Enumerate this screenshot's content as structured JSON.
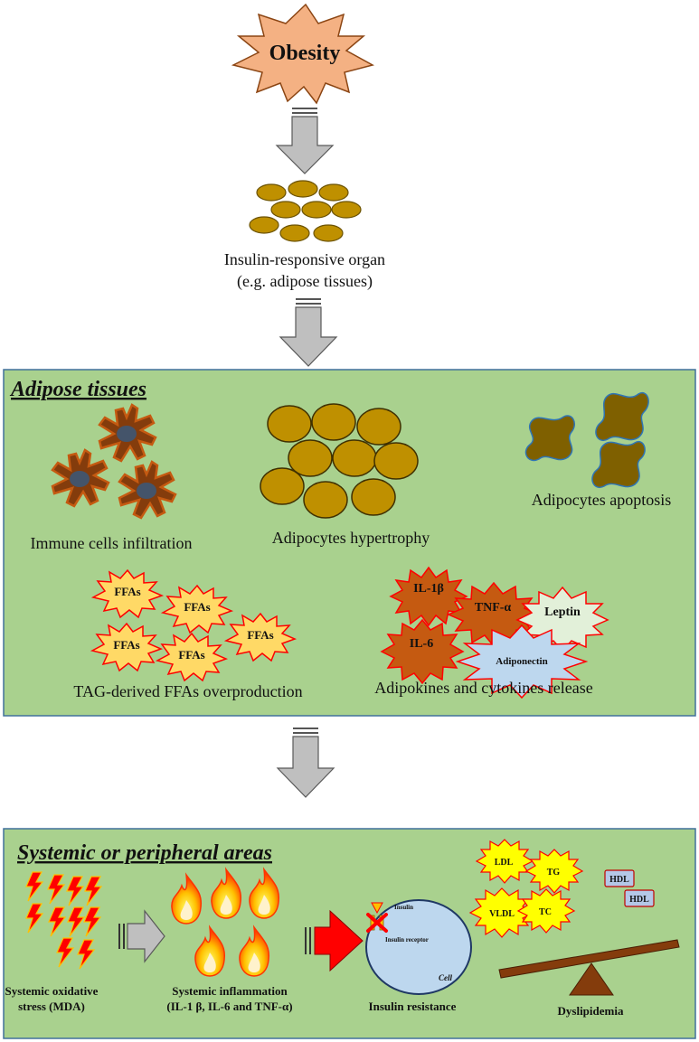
{
  "top": {
    "obesity": "Obesity",
    "organ_line1": "Insulin-responsive organ",
    "organ_line2": "(e.g. adipose tissues)"
  },
  "adipose": {
    "title": "Adipose tissues",
    "immune": "Immune cells infiltration",
    "hypertrophy": "Adipocytes hypertrophy",
    "apoptosis": "Adipocytes apoptosis",
    "ffa_label": "FFAs",
    "ffa_caption": "TAG-derived FFAs overproduction",
    "il1b": "IL-1β",
    "tnfa": "TNF-α",
    "leptin": "Leptin",
    "il6": "IL-6",
    "adiponectin": "Adiponectin",
    "cytokine_caption": "Adipokines and cytokines release"
  },
  "systemic": {
    "title": "Systemic or peripheral areas",
    "oxidative_line1": "Systemic oxidative",
    "oxidative_line2": "stress (MDA)",
    "inflammation_line1": "Systemic inflammation",
    "inflammation_line2": "(IL-1 β, IL-6 and TNF-α)",
    "insulin": "Insulin",
    "insulin_receptor": "Insulin receptor",
    "cell": "Cell",
    "insulin_resistance": "Insulin resistance",
    "ldl": "LDL",
    "tg": "TG",
    "vldl": "VLDL",
    "tc": "TC",
    "hdl": "HDL",
    "dyslipidemia": "Dyslipidemia"
  },
  "colors": {
    "panel_fill": "#a9d18e",
    "panel_stroke": "#41719c",
    "obesity_fill": "#f4b183",
    "adipocyte_fill": "#bf9000",
    "apoptosis_fill": "#7f6000",
    "ffa_fill": "#ffd966",
    "burst_stroke": "#ff0000",
    "cytokine_fill": "#c55a11",
    "leptin_fill": "#e2f0d9",
    "adiponectin_fill": "#bdd7ee",
    "lipid_fill": "#ffff00",
    "hdl_fill": "#b4c7e7",
    "arrow_gray": "#bfbfbf",
    "arrow_red": "#ff0000",
    "beam_fill": "#843c0c",
    "cell_fill": "#bdd7ee"
  }
}
